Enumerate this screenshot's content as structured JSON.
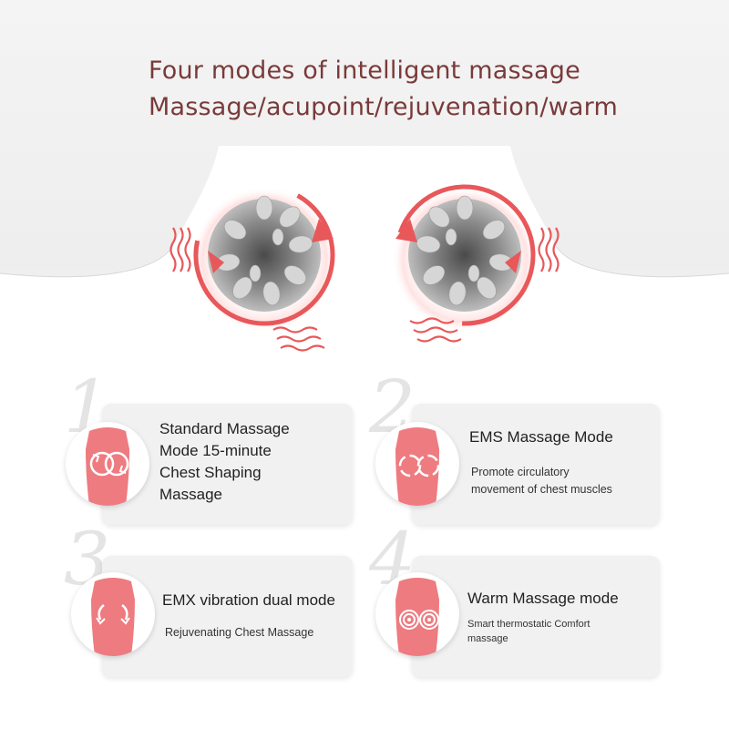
{
  "headline": {
    "line1": "Four modes of intelligent massage",
    "line2": "Massage/acupoint/rejuvenation/warm"
  },
  "colors": {
    "accent": "#e8585a",
    "headline": "#7a3a3a",
    "card_bg": "#f1f1f1",
    "number_watermark": "#e4e4e4"
  },
  "modes": [
    {
      "number": "1",
      "icon": "torso-circular-massage-icon",
      "title": [
        "Standard Massage",
        "Mode 15-minute",
        "Chest Shaping",
        "Massage"
      ],
      "desc": []
    },
    {
      "number": "2",
      "icon": "torso-ems-spiral-icon",
      "title": [
        "EMS Massage Mode"
      ],
      "desc": [
        "Promote circulatory",
        "movement of chest muscles"
      ]
    },
    {
      "number": "3",
      "icon": "torso-vibration-arrows-icon",
      "title": [
        "EMX vibration dual mode"
      ],
      "desc": [
        "Rejuvenating Chest Massage"
      ]
    },
    {
      "number": "4",
      "icon": "torso-warm-rings-icon",
      "title": [
        "Warm Massage mode"
      ],
      "desc": [
        "Smart thermostatic Comfort",
        "massage"
      ]
    }
  ]
}
